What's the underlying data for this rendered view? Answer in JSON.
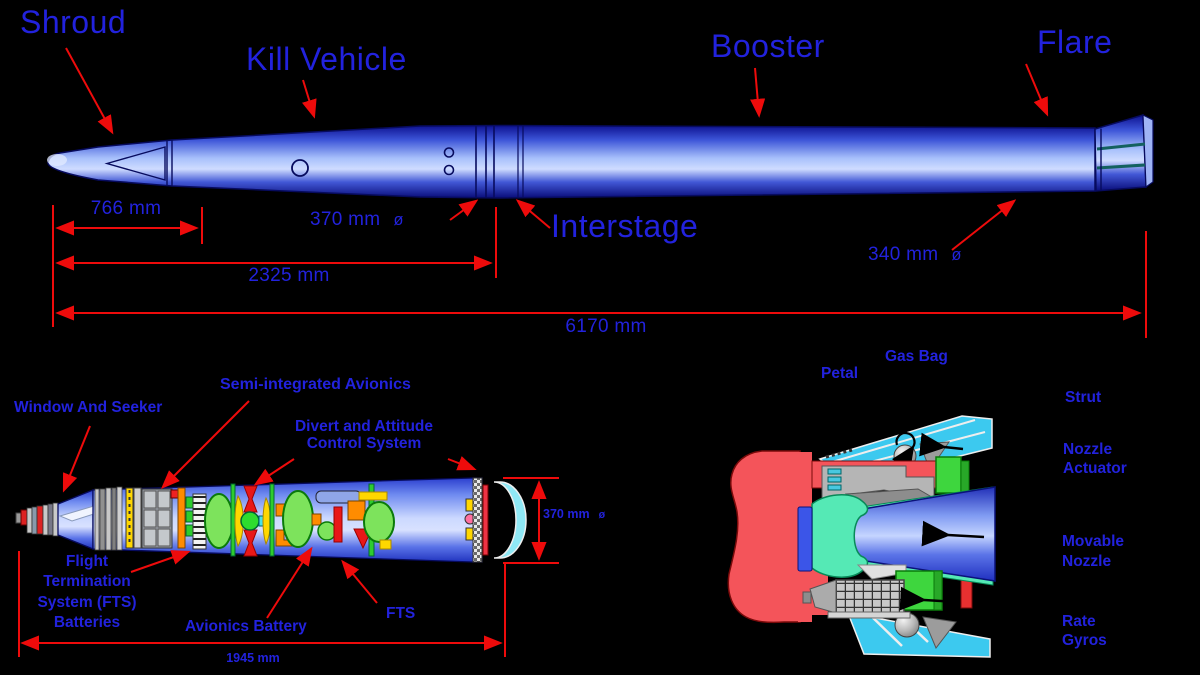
{
  "colors": {
    "background": "#000000",
    "label_blue": "#2222dd",
    "dimension_red": "#ee0b0b",
    "body_blue_light": "#cfdcff",
    "body_blue_dark": "#0d1190",
    "tank_green": "#7de35c",
    "component_orange": "#ff8c00",
    "component_yellow": "#ffd700",
    "component_red": "#e81818",
    "petal_red": "#f4545a",
    "case_cyan": "#3cc9ef",
    "throat_mint": "#55e9b5",
    "actuator_green": "#3ed63e"
  },
  "top": {
    "shroud": "Shroud",
    "kill_vehicle": "Kill Vehicle",
    "booster": "Booster",
    "flare": "Flare",
    "interstage": "Interstage",
    "dim_766": "766 mm",
    "dim_370": "370 mm",
    "dim_2325": "2325 mm",
    "dim_340": "340 mm",
    "dim_6170": "6170 mm",
    "diameter_symbol": "ø"
  },
  "kill_vehicle_view": {
    "window_and_seeker": "Window And Seeker",
    "semi_integrated_avionics": "Semi-integrated Avionics",
    "dacs_line1": "Divert and Attitude",
    "dacs_line2": "Control System",
    "fts_batteries_line1": "Flight",
    "fts_batteries_line2": "Termination",
    "fts_batteries_line3": "System (FTS)",
    "fts_batteries_line4": "Batteries",
    "avionics_battery": "Avionics Battery",
    "fts": "FTS",
    "dim_370": "370 mm",
    "diameter_symbol": "ø",
    "dim_1945": "1945 mm"
  },
  "nozzle_view": {
    "petal": "Petal",
    "gas_bag": "Gas Bag",
    "strut": "Strut",
    "nozzle_actuator_line1": "Nozzle",
    "nozzle_actuator_line2": "Actuator",
    "movable_nozzle_line1": "Movable",
    "movable_nozzle_line2": "Nozzle",
    "rate_gyros_line1": "Rate",
    "rate_gyros_line2": "Gyros"
  }
}
